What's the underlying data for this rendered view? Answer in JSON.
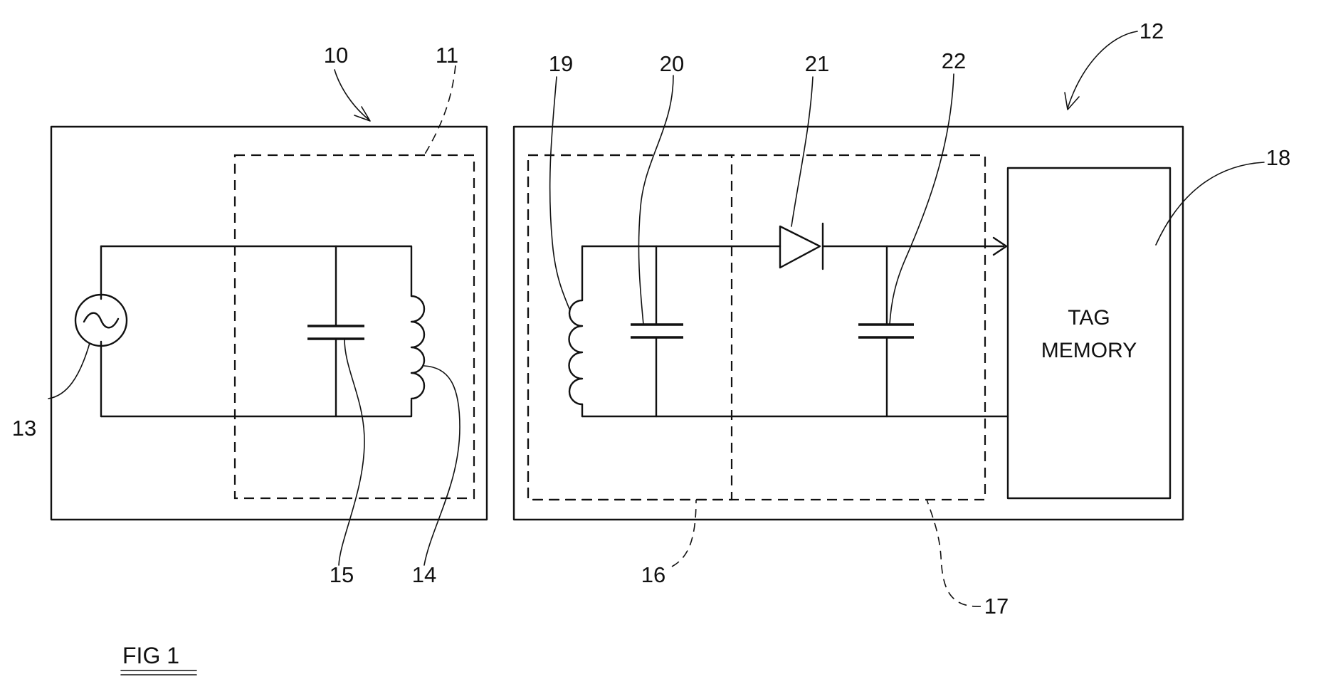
{
  "labels": {
    "reader": "10",
    "reader_tank": "11",
    "tag": "12",
    "source": "13",
    "reader_coil": "14",
    "reader_cap": "15",
    "tag_tank": "16",
    "power_circuit": "17",
    "memory": "18",
    "tag_coil": "19",
    "tag_cap": "20",
    "diode": "21",
    "smoothing_cap": "22"
  },
  "memory_box": {
    "line1": "TAG",
    "line2": "MEMORY"
  },
  "figure_caption": "FIG 1"
}
